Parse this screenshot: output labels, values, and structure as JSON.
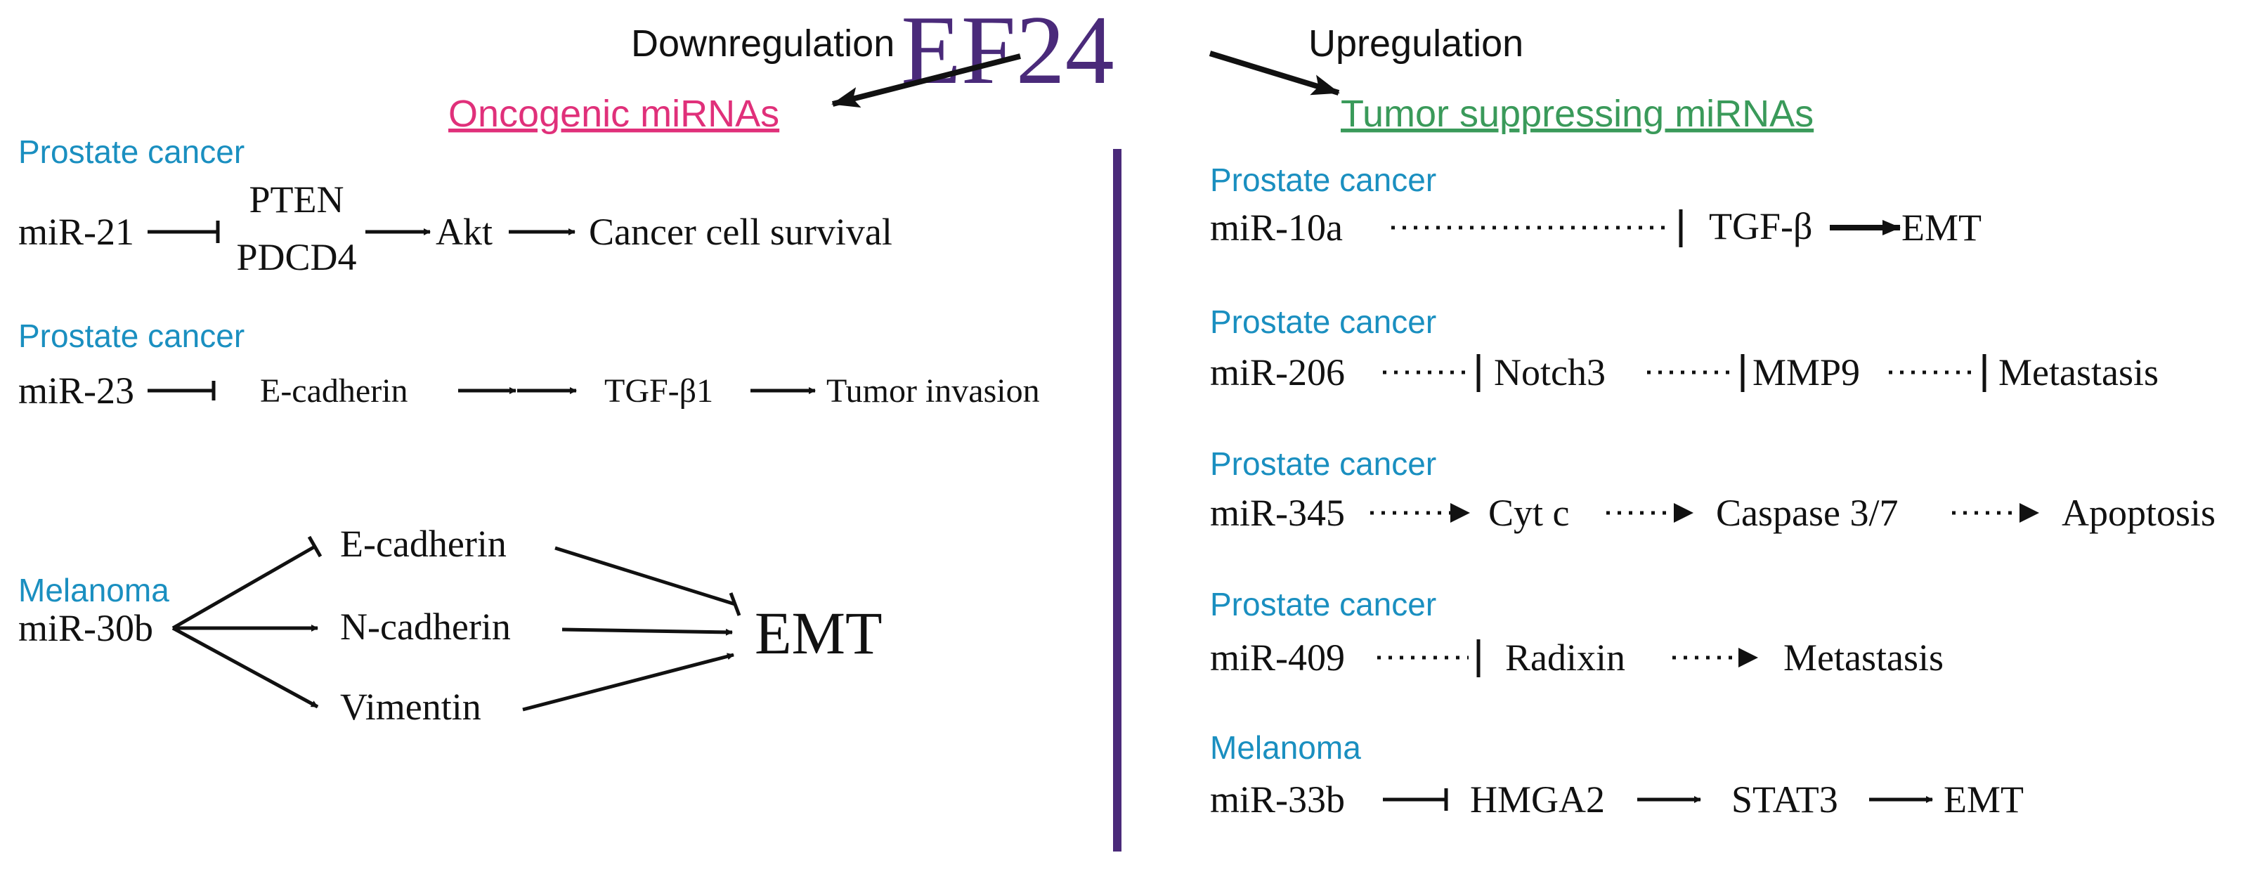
{
  "title": "EF24",
  "colors": {
    "title": "#4a2a7a",
    "oncogenic": "#e0307a",
    "suppressing": "#3a9a5a",
    "cancer_label": "#1a8fc0",
    "divider": "#4a2a7a",
    "text": "#111111"
  },
  "arrows": {
    "downregulation": "Downregulation",
    "upregulation": "Upregulation"
  },
  "left": {
    "header": "Oncogenic miRNAs",
    "p1": {
      "cancer": "Prostate cancer",
      "mirna": "miR-21",
      "target1": "PTEN",
      "target2": "PDCD4",
      "node": "Akt",
      "outcome": "Cancer cell survival"
    },
    "p2": {
      "cancer": "Prostate cancer",
      "mirna": "miR-23",
      "node1": "E-cadherin",
      "node2": "TGF-β1",
      "outcome": "Tumor invasion"
    },
    "p3": {
      "cancer": "Melanoma",
      "mirna": "miR-30b",
      "target1": "E-cadherin",
      "target2": "N-cadherin",
      "target3": "Vimentin",
      "outcome": "EMT"
    }
  },
  "right": {
    "header": "Tumor suppressing miRNAs",
    "p1": {
      "cancer": "Prostate cancer",
      "mirna": "miR-10a",
      "node": "TGF-β",
      "outcome": "EMT"
    },
    "p2": {
      "cancer": "Prostate cancer",
      "mirna": "miR-206",
      "node1": "Notch3",
      "node2": "MMP9",
      "outcome": "Metastasis"
    },
    "p3": {
      "cancer": "Prostate cancer",
      "mirna": "miR-345",
      "node1": "Cyt c",
      "node2": "Caspase 3/7",
      "outcome": "Apoptosis"
    },
    "p4": {
      "cancer": "Prostate cancer",
      "mirna": "miR-409",
      "node": "Radixin",
      "outcome": "Metastasis"
    },
    "p5": {
      "cancer": "Melanoma",
      "mirna": "miR-33b",
      "node1": "HMGA2",
      "node2": "STAT3",
      "outcome": "EMT"
    }
  }
}
